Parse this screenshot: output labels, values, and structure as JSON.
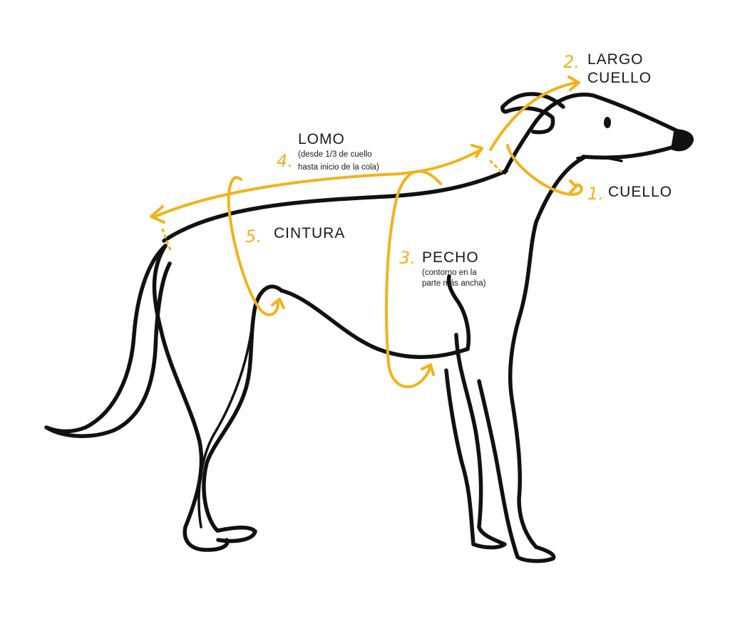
{
  "colors": {
    "accent": "#F2B21B",
    "line": "#111111",
    "text": "#1a1a1a",
    "background": "#ffffff"
  },
  "labels": {
    "neck": {
      "number": "1.",
      "title": "CUELLO"
    },
    "neck_length": {
      "number": "2.",
      "title_line1": "LARGO",
      "title_line2": "CUELLO"
    },
    "chest": {
      "number": "3.",
      "title": "PECHO",
      "note_line1": "(contorno en la",
      "note_line2": "parte más ancha)"
    },
    "back": {
      "number": "4.",
      "title": "LOMO",
      "note_line1": "(desde 1/3 de cuello",
      "note_line2": "hasta inicio de la cola)"
    },
    "waist": {
      "number": "5.",
      "title": "CINTURA"
    }
  }
}
